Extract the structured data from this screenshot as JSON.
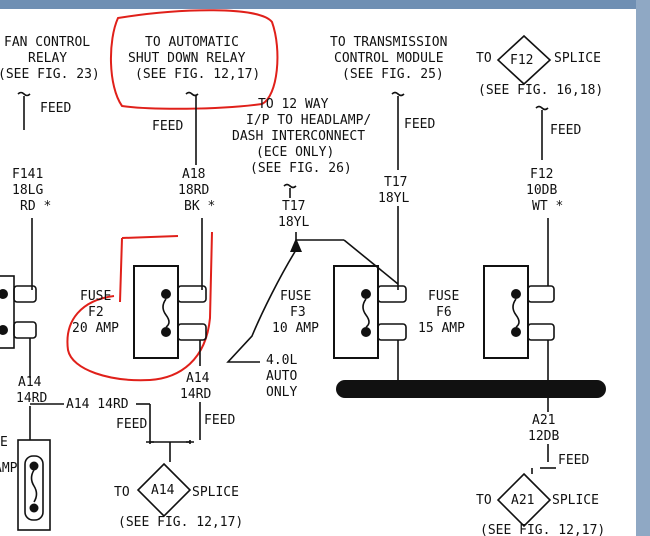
{
  "colors": {
    "top_bar": "#6f8fb3",
    "right_strip": "#8fa8c4",
    "ink": "#111111",
    "annotation_red": "#e0201a"
  },
  "labels": {
    "fan_line1": "FAN CONTROL",
    "fan_line2": "RELAY",
    "fan_line3": "(SEE FIG. 23)",
    "fan_feed": "FEED",
    "asd_line1": "TO AUTOMATIC",
    "asd_line2": "SHUT DOWN RELAY",
    "asd_line3": "(SEE FIG. 12,17)",
    "asd_feed": "FEED",
    "tcm_line1": "TO TRANSMISSION",
    "tcm_line2": "CONTROL MODULE",
    "tcm_line3": "(SEE FIG. 25)",
    "tcm_feed": "FEED",
    "f12_to": "TO",
    "f12_diamond": "F12",
    "f12_splice": "SPLICE",
    "f12_see": "(SEE FIG. 16,18)",
    "f12_feed": "FEED",
    "hl_line1": "TO 12 WAY",
    "hl_line2": "I/P TO HEADLAMP/",
    "hl_line3": "DASH INTERCONNECT",
    "hl_line4": "(ECE ONLY)",
    "hl_line5": "(SEE FIG. 26)",
    "w_f141_a": "F141",
    "w_f141_b": "18LG",
    "w_f141_c": "RD *",
    "w_a18_a": "A18",
    "w_a18_b": "18RD",
    "w_a18_c": "BK *",
    "w_t17l_a": "T17",
    "w_t17l_b": "18YL",
    "w_t17r_a": "T17",
    "w_t17r_b": "18YL",
    "w_f12_a": "F12",
    "w_f12_b": "10DB",
    "w_f12_c": "WT *",
    "fuse_f2_a": "FUSE",
    "fuse_f2_b": "F2",
    "fuse_f2_c": "20 AMP",
    "fuse_f3_a": "FUSE",
    "fuse_f3_b": "F3",
    "fuse_f3_c": "10 AMP",
    "fuse_f6_a": "FUSE",
    "fuse_f6_b": "F6",
    "fuse_f6_c": "15 AMP",
    "auto_a": "4.0L",
    "auto_b": "AUTO",
    "auto_c": "ONLY",
    "w_a14l_a": "A14",
    "w_a14l_b": "14RD",
    "w_a14l_c": "A14 14RD",
    "w_a14c_a": "A14",
    "w_a14c_b": "14RD",
    "feed_left": "FEED",
    "feed_right": "FEED",
    "a14_to": "TO",
    "a14_diamond": "A14",
    "a14_splice": "SPLICE",
    "a14_see": "(SEE FIG. 12,17)",
    "w_a21_a": "A21",
    "w_a21_b": "12DB",
    "a21_feed": "FEED",
    "a21_to": "TO",
    "a21_diamond": "A21",
    "a21_splice": "SPLICE",
    "a21_see": "(SEE FIG. 12,17)",
    "edge_e": "E",
    "edge_amp": "AMP"
  }
}
